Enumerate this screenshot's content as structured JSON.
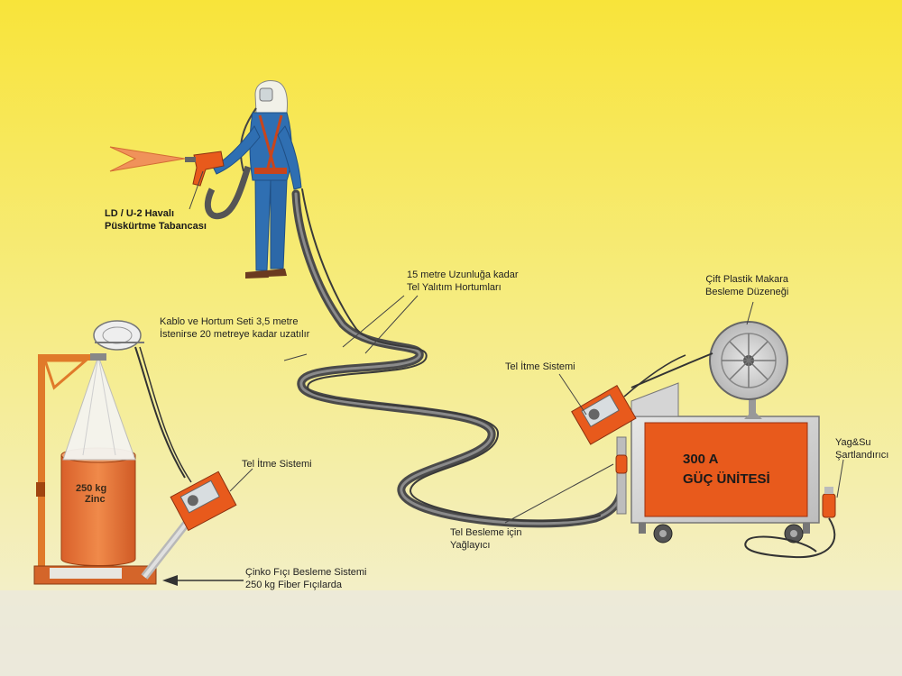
{
  "labels": {
    "gun": [
      "LD / U-2 Havalı",
      "Püskürtme Tabancası"
    ],
    "hoses": [
      "15 metre Uzunluğa kadar",
      "Tel Yalıtım Hortumları"
    ],
    "cable_set": [
      "Kablo ve Hortum Seti 3,5 metre",
      "İstenirse 20 metreye kadar uzatılır"
    ],
    "reel": [
      "Çift Plastik Makara",
      "Besleme Düzeneği"
    ],
    "push_right": "Tel İtme Sistemi",
    "push_left": "Tel İtme Sistemi",
    "conditioner": [
      "Yag&Su",
      "Şartlandırıcı"
    ],
    "lubricator": [
      "Tel Besleme için",
      "Yağlayıcı"
    ],
    "drum_feed": [
      "Çinko Fıçı Besleme Sistemi",
      "250 kg Fiber Fıçılarda"
    ]
  },
  "power_unit": [
    "300 A",
    "GÜÇ ÜNİTESİ"
  ],
  "drum": [
    "250 kg",
    "Zinc"
  ],
  "colors": {
    "bg_top": "#f7e84a",
    "bg_bottom": "#f4f0c0",
    "orange": "#e85a1c",
    "suit": "#2f6fb2",
    "frame": "#e07a2a",
    "hose": "#555555"
  },
  "icons": {
    "arrow": "arrow-right-icon"
  }
}
